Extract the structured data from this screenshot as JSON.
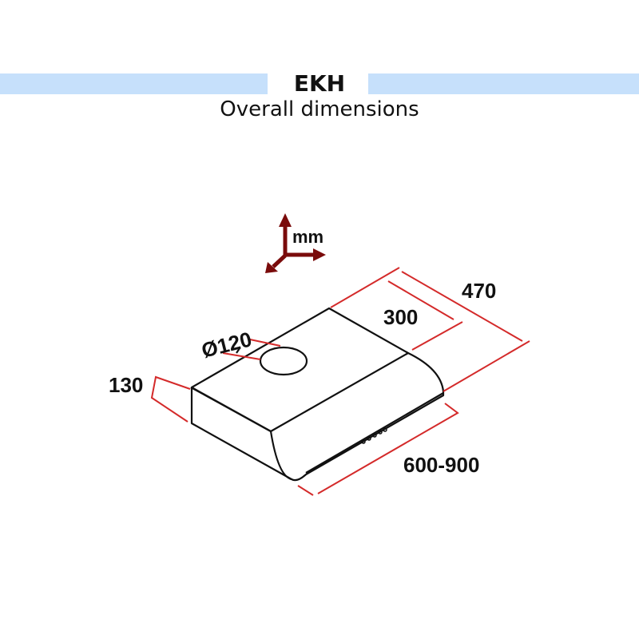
{
  "header": {
    "title": "EKH",
    "subtitle": "Overall dimensions"
  },
  "diagram": {
    "unit": "mm",
    "dimensions": {
      "height": "130",
      "depth": "470",
      "chimney_depth": "300",
      "duct_diameter": "Ø120",
      "width": "600-900"
    }
  },
  "colors": {
    "band": "#c6e0fb",
    "dimension": "#d42a2a",
    "axis": "#7a0b0b"
  }
}
